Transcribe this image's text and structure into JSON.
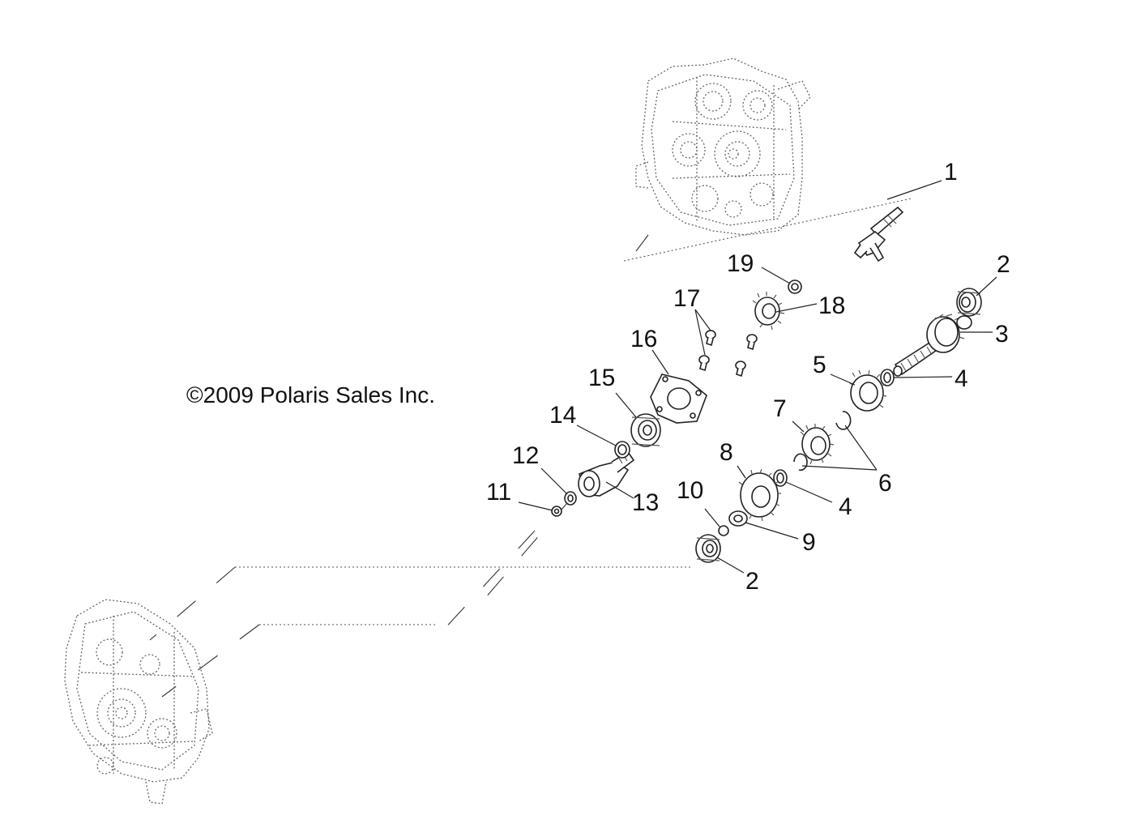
{
  "copyright": {
    "symbol": "©",
    "text": "2009 Polaris Sales Inc."
  },
  "callouts": [
    {
      "id": "c1",
      "label": "1"
    },
    {
      "id": "c2a",
      "label": "2"
    },
    {
      "id": "c3",
      "label": "3"
    },
    {
      "id": "c4a",
      "label": "4"
    },
    {
      "id": "c5",
      "label": "5"
    },
    {
      "id": "c6",
      "label": "6"
    },
    {
      "id": "c7",
      "label": "7"
    },
    {
      "id": "c8",
      "label": "8"
    },
    {
      "id": "c4b",
      "label": "4"
    },
    {
      "id": "c9",
      "label": "9"
    },
    {
      "id": "c10",
      "label": "10"
    },
    {
      "id": "c2b",
      "label": "2"
    },
    {
      "id": "c11",
      "label": "11"
    },
    {
      "id": "c12",
      "label": "12"
    },
    {
      "id": "c13",
      "label": "13"
    },
    {
      "id": "c14",
      "label": "14"
    },
    {
      "id": "c15",
      "label": "15"
    },
    {
      "id": "c16",
      "label": "16"
    },
    {
      "id": "c17",
      "label": "17"
    },
    {
      "id": "c18",
      "label": "18"
    },
    {
      "id": "c19",
      "label": "19"
    }
  ]
}
